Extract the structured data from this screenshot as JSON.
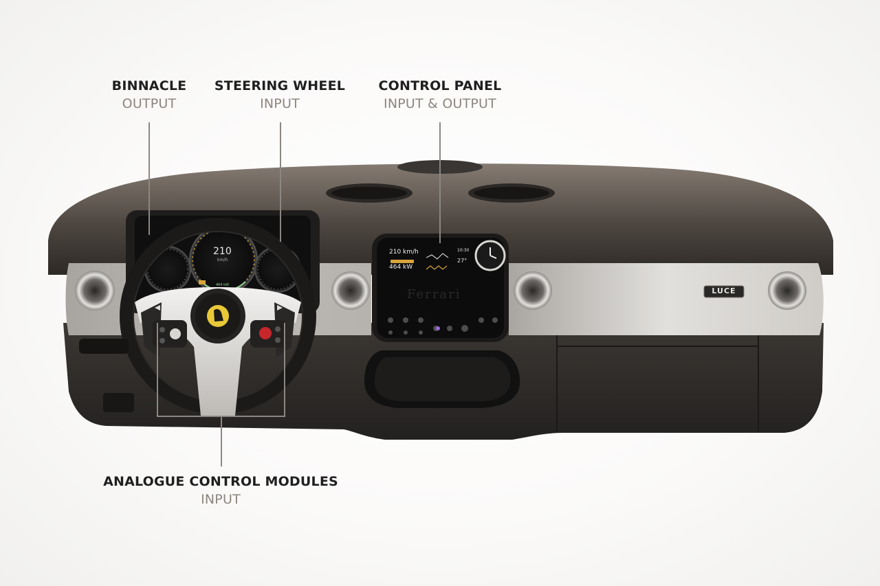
{
  "labels": {
    "binnacle": {
      "title": "BINNACLE",
      "sub": "OUTPUT"
    },
    "steering": {
      "title": "STEERING WHEEL",
      "sub": "INPUT"
    },
    "control_panel": {
      "title": "CONTROL PANEL",
      "sub": "INPUT & OUTPUT"
    },
    "modules": {
      "title": "ANALOGUE CONTROL MODULES",
      "sub": "INPUT"
    }
  },
  "binnacle_display": {
    "speed": "210",
    "unit": "km/h",
    "power": "464 kW"
  },
  "control_panel_display": {
    "speed": "210 km/h",
    "power": "464 kW",
    "time": "10:30",
    "temp": "27°",
    "wordmark": "Ferrari"
  },
  "badge": "LUCE",
  "colors": {
    "dash": "#3a3632",
    "trim": "#dcdad6",
    "screen": "#0c0c0d",
    "accent": "#d8a53a"
  }
}
